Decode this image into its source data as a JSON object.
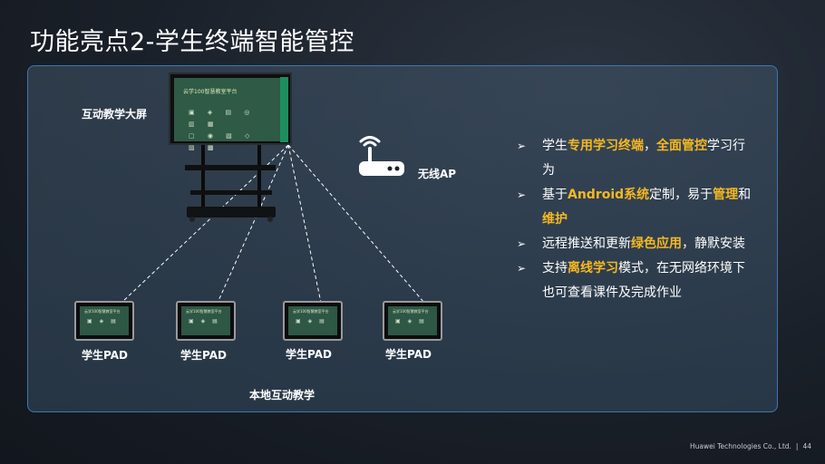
{
  "title": "功能亮点2-学生终端智能管控",
  "diagram": {
    "board_label": "互动教学大屏",
    "board_screen_text": "云学100智慧教室平台",
    "ap_label": "无线AP",
    "pad_labels": [
      "学生PAD",
      "学生PAD",
      "学生PAD",
      "学生PAD"
    ],
    "pad_screen_text": "云学100智慧教室平台",
    "caption": "本地互动教学"
  },
  "bullets": [
    {
      "arrow": "➢",
      "parts": [
        {
          "text": "学生",
          "hl": false
        },
        {
          "text": "专用学习终端",
          "hl": true
        },
        {
          "text": "，",
          "hl": false
        },
        {
          "text": "全面管控",
          "hl": true
        },
        {
          "text": "学习行为",
          "hl": false
        }
      ]
    },
    {
      "arrow": "➢",
      "parts": [
        {
          "text": "基于",
          "hl": false
        },
        {
          "text": "Android系统",
          "hl": true
        },
        {
          "text": "定制，易于",
          "hl": false
        },
        {
          "text": "管理",
          "hl": true
        },
        {
          "text": "和",
          "hl": false
        },
        {
          "text": "维护",
          "hl": true
        }
      ]
    },
    {
      "arrow": "➢",
      "parts": [
        {
          "text": "远程推送和更新",
          "hl": false
        },
        {
          "text": "绿色应用",
          "hl": true
        },
        {
          "text": "，静默安装",
          "hl": false
        }
      ]
    },
    {
      "arrow": "➢",
      "parts": [
        {
          "text": "支持",
          "hl": false
        },
        {
          "text": "离线学习",
          "hl": true
        },
        {
          "text": "模式，在无网络环境下也可查看课件及完成作业",
          "hl": false
        }
      ]
    }
  ],
  "footer": {
    "company": "Huawei Technologies Co., Ltd.",
    "separator": "|",
    "page": "44"
  },
  "colors": {
    "highlight": "#f5b820",
    "panel_border": "#3c78b0",
    "screen_green": "#2f5a45",
    "side_bar_green": "#1f8e5e"
  },
  "icons": [
    "wifi-router-icon",
    "arrow-bullet-icon"
  ]
}
